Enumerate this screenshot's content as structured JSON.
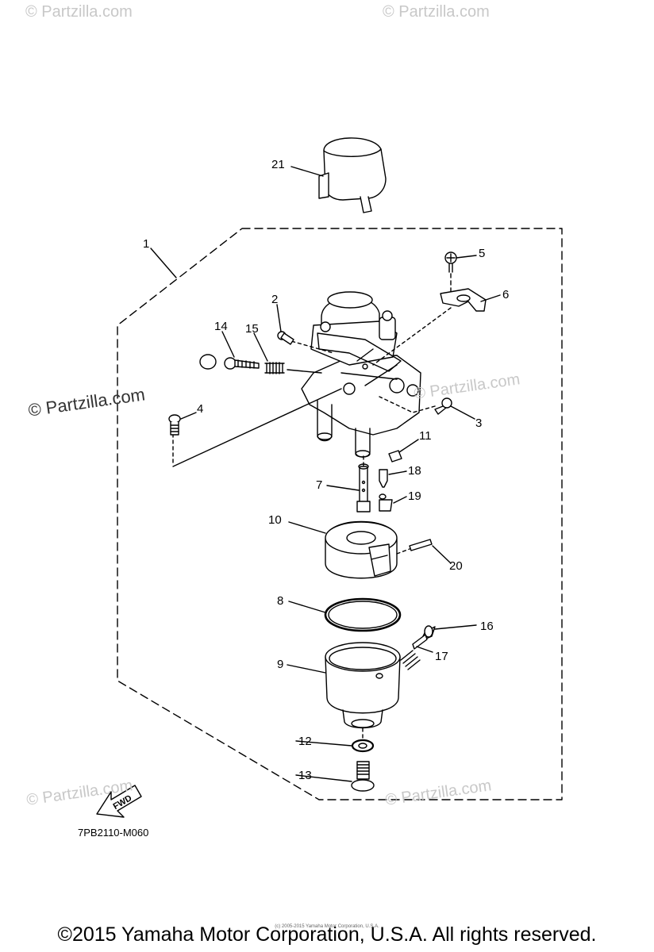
{
  "watermark": "© Partzilla.com",
  "diagram_code": "7PB2110-M060",
  "copyright": "©2015 Yamaha Motor Corporation, U.S.A. All rights reserved.",
  "tiny_copyright": "(c) 2005-2015 Yamaha Motor Corporation, U.S.A.",
  "fwd_label": "FWD",
  "callouts": {
    "c1": "1",
    "c2": "2",
    "c3": "3",
    "c4": "4",
    "c5": "5",
    "c6": "6",
    "c7": "7",
    "c8": "8",
    "c9": "9",
    "c10": "10",
    "c11": "11",
    "c12": "12",
    "c13": "13",
    "c14": "14",
    "c15": "15",
    "c16": "16",
    "c17": "17",
    "c18": "18",
    "c19": "19",
    "c20": "20",
    "c21": "21"
  }
}
